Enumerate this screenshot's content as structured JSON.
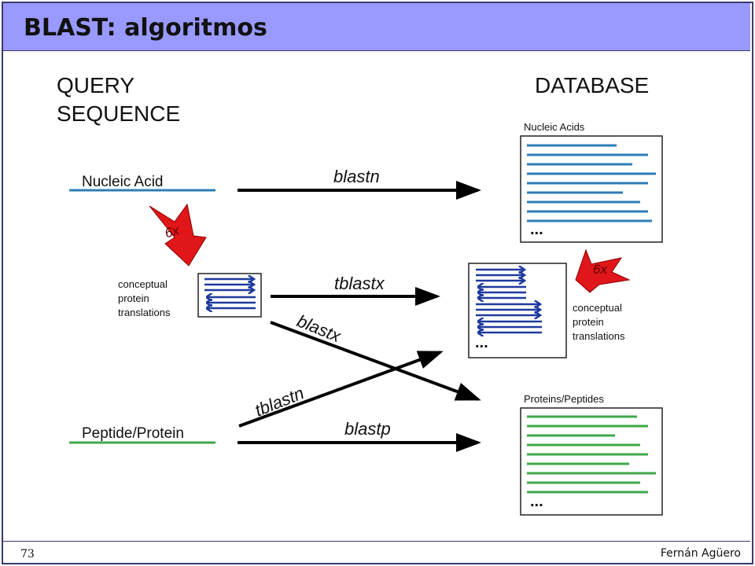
{
  "slide": {
    "title": "BLAST: algoritmos",
    "page_number": "73",
    "author": "Fernán Agüero"
  },
  "diagram": {
    "query_header": [
      "QUERY",
      "SEQUENCE"
    ],
    "database_header": "DATABASE",
    "query_nucleic": "Nucleic Acid",
    "query_peptide": "Peptide/Protein",
    "translation_label": [
      "conceptual",
      "protein",
      "translations"
    ],
    "db_nucleic_title": "Nucleic Acids",
    "db_protein_title": "Proteins/Peptides",
    "db_translation_label": [
      "conceptual",
      "protein",
      "translations"
    ],
    "six_x": "6x",
    "ellipsis": "...",
    "programs": {
      "blastn": "blastn",
      "tblastx": "tblastx",
      "blastx": "blastx",
      "tblastn": "tblastn",
      "blastp": "blastp"
    },
    "colors": {
      "nucleic": "#2e7db5",
      "protein": "#3ea84a",
      "translation": "#1f3a9e",
      "six_x_arrow": "#e0161a",
      "title_bar": "#9999ff"
    }
  }
}
